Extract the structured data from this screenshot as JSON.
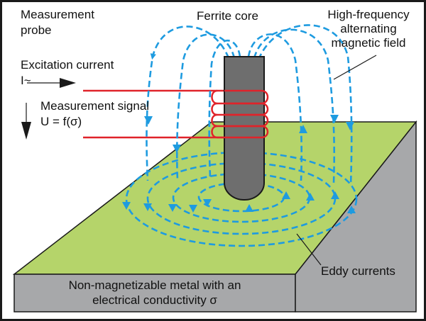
{
  "labels": {
    "probe_line1": "Measurement",
    "probe_line2": "probe",
    "ferrite_core": "Ferrite core",
    "field_line1": "High-frequency",
    "field_line2": "alternating",
    "field_line3": "magnetic field",
    "excitation": "Excitation current",
    "excitation_symbol": "I~",
    "signal": "Measurement signal",
    "signal_formula": "U = f(σ)",
    "eddy": "Eddy currents",
    "metal_line1": "Non-magnetizable metal with an",
    "metal_line2": "electrical conductivity σ"
  },
  "colors": {
    "frame": "#1a1a1a",
    "metal_top": "#b5d46a",
    "metal_side": "#a7a8aa",
    "core": "#6e6e6e",
    "coil_and_wires": "#e0232a",
    "field_lines": "#1e9be0",
    "text": "#111111"
  }
}
